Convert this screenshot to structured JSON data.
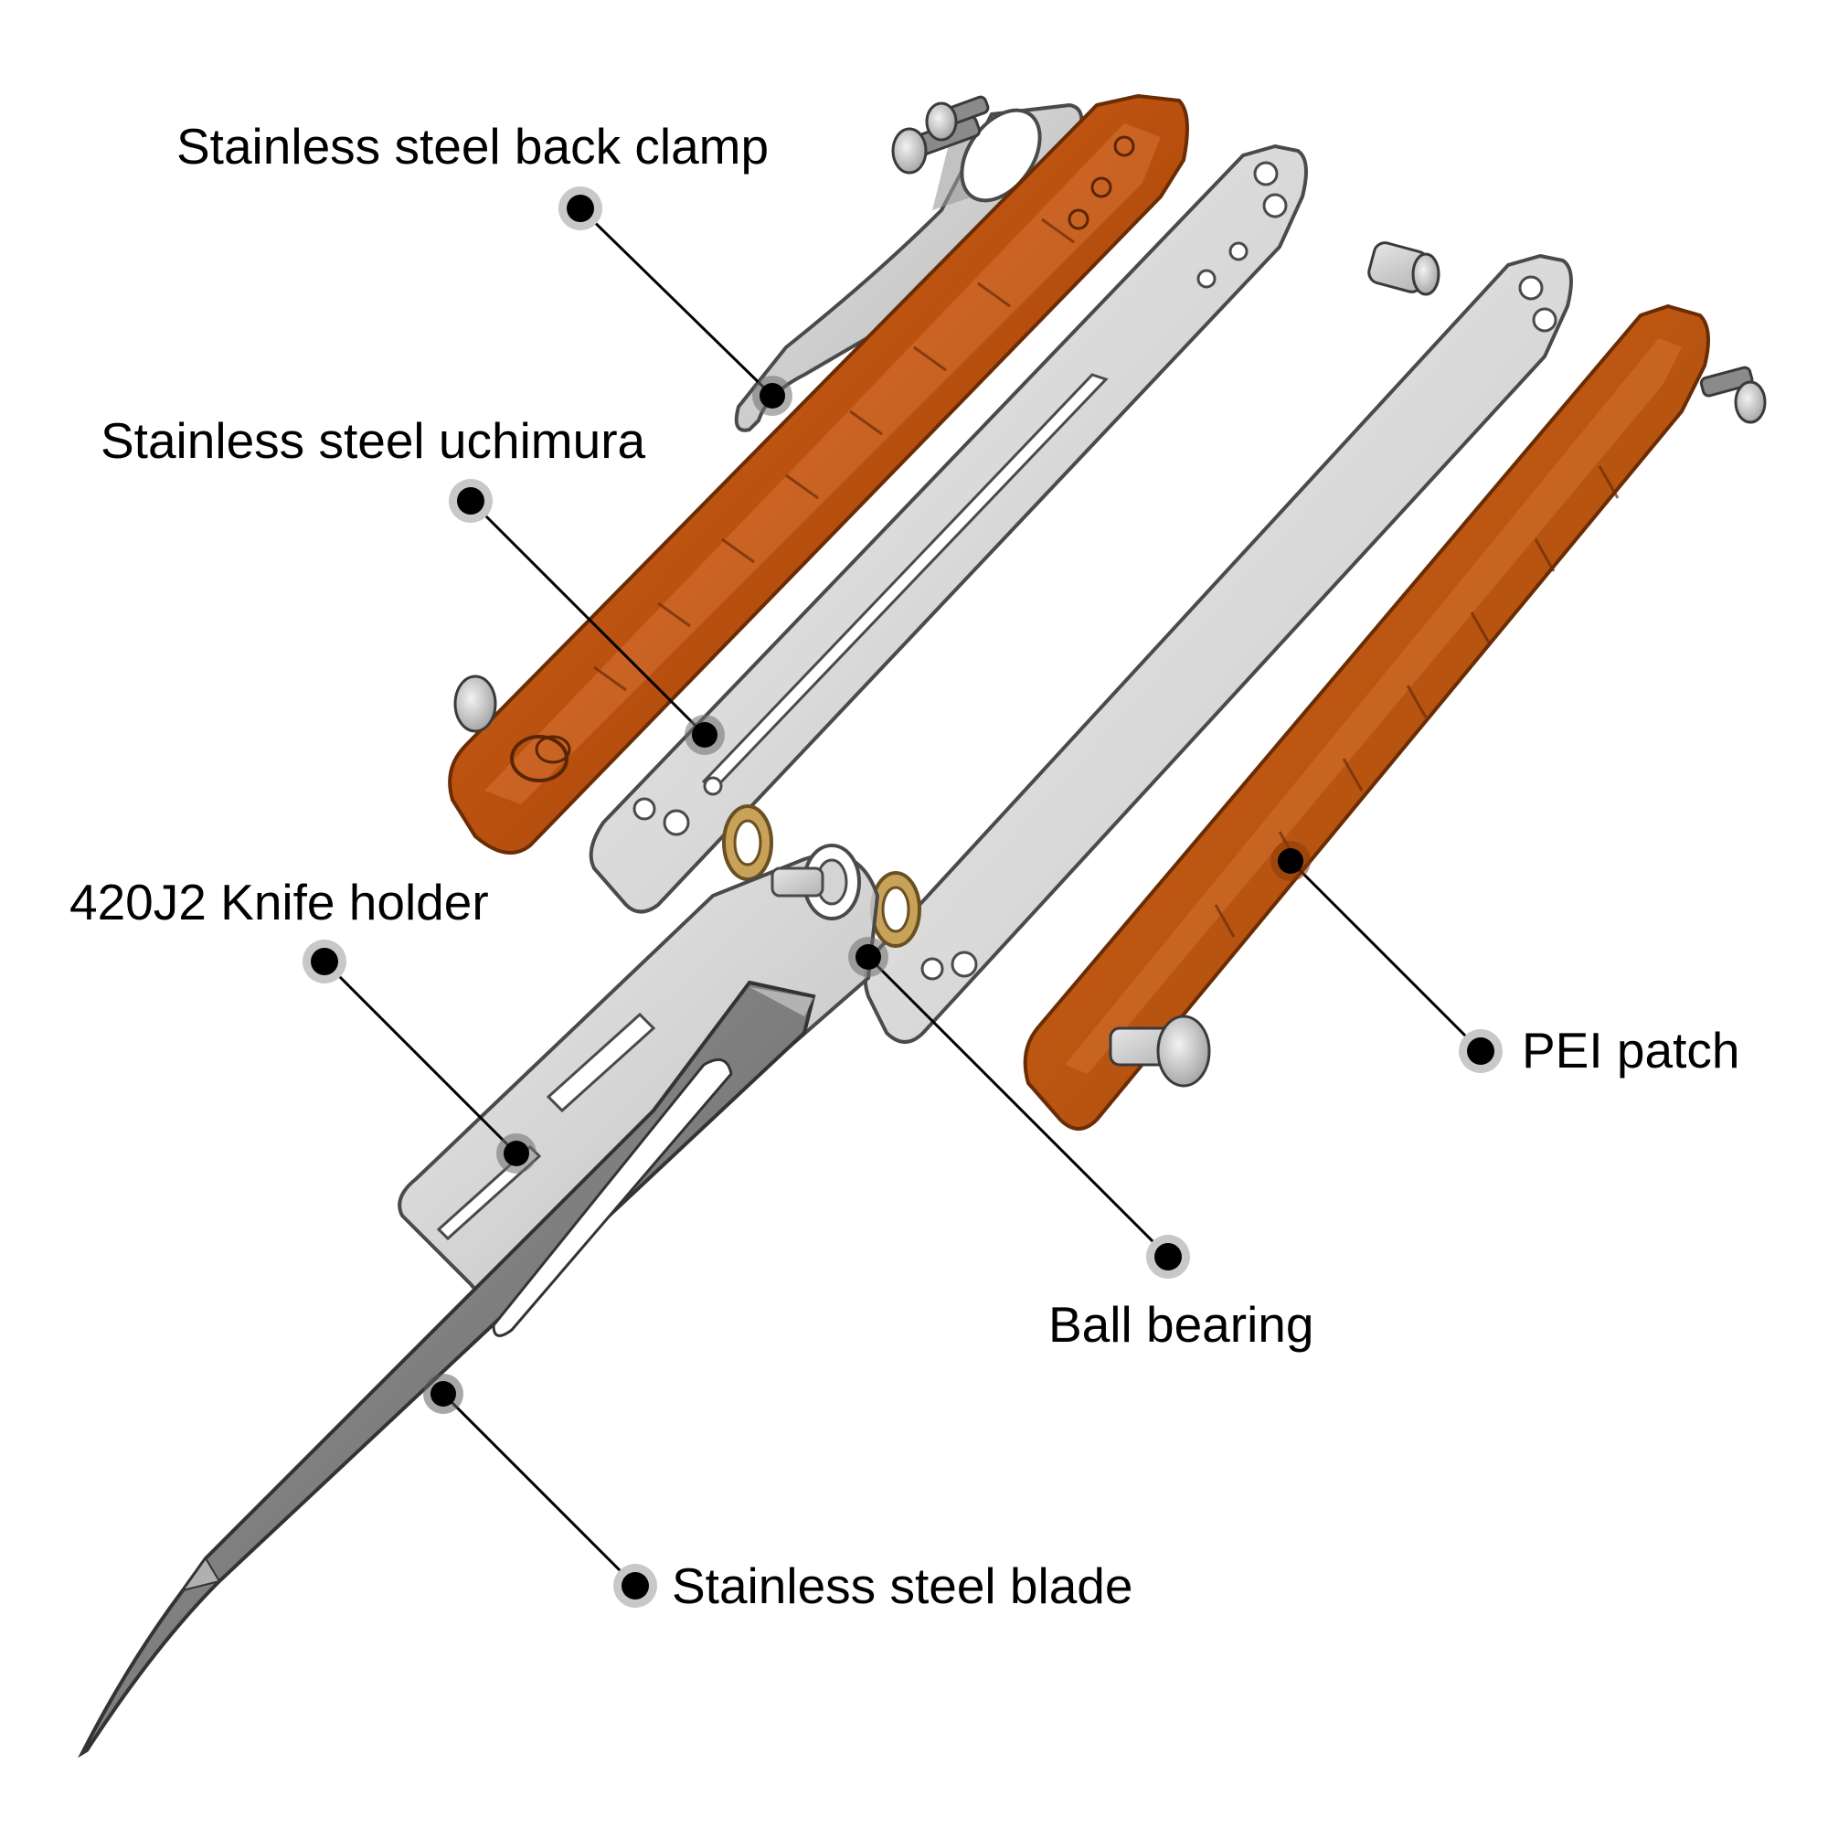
{
  "diagram": {
    "parts": [
      {
        "id": "back-clamp",
        "label": "Stainless steel back clamp"
      },
      {
        "id": "uchimura",
        "label": "Stainless steel uchimura"
      },
      {
        "id": "knife-holder",
        "label": "420J2 Knife holder"
      },
      {
        "id": "ball-bearing",
        "label": "Ball bearing"
      },
      {
        "id": "pei-patch",
        "label": "PEI patch"
      },
      {
        "id": "blade",
        "label": "Stainless steel blade"
      }
    ],
    "colors": {
      "handle_orange": "#c8560f",
      "handle_orange_dark": "#8a3a0a",
      "steel_light": "#d8d8d8",
      "steel_mid": "#a8a8a8",
      "steel_dark": "#6e6e6e",
      "outline": "#3a3a3a",
      "brass": "#c9a25a",
      "leader": "#000000",
      "dot_halo": "#c8c8c8"
    }
  }
}
